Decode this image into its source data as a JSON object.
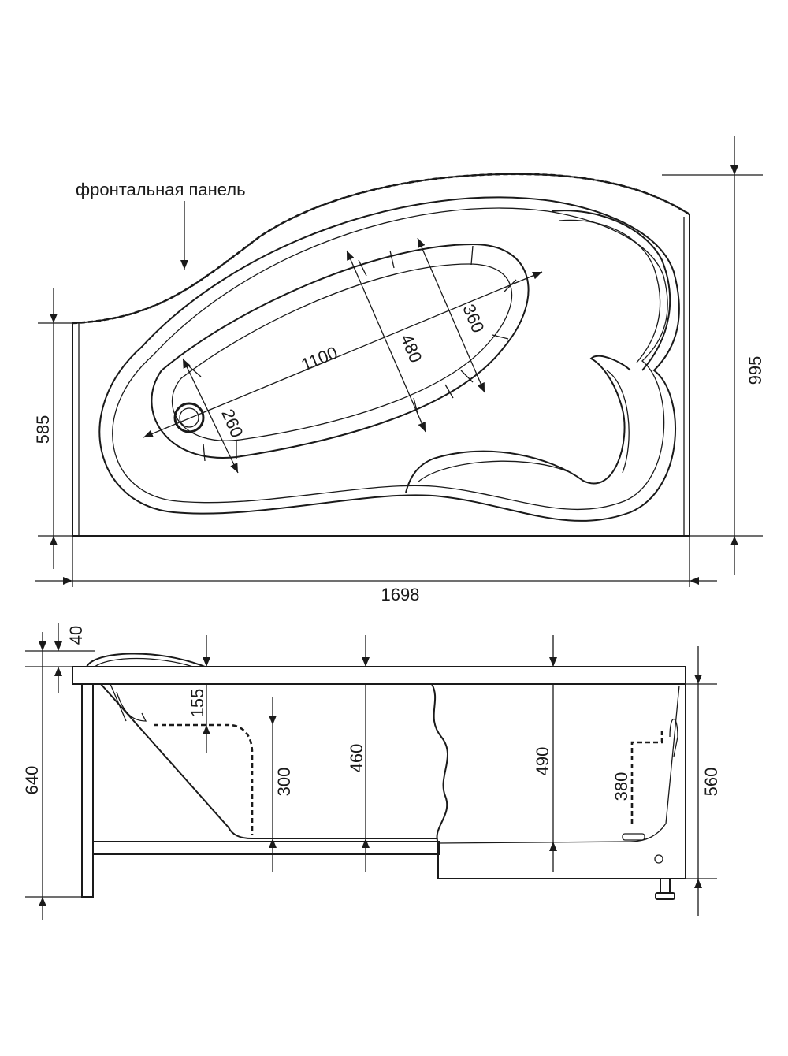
{
  "top_view": {
    "front_panel_label": "фронтальная панель",
    "dim_total_width": "1698",
    "dim_total_depth": "995",
    "dim_left_depth": "585",
    "dim_inner_length": "1100",
    "dim_inner_width_mid": "480",
    "dim_inner_width_end": "360",
    "dim_drain_end": "260"
  },
  "side_view": {
    "dim_rim": "40",
    "dim_head_rest": "155",
    "dim_seat": "300",
    "dim_depth_mid": "460",
    "dim_depth_max": "490",
    "dim_overflow": "380",
    "dim_total_height": "640",
    "dim_body_height": "560"
  },
  "colors": {
    "line": "#1a1a1a",
    "background": "#ffffff"
  }
}
